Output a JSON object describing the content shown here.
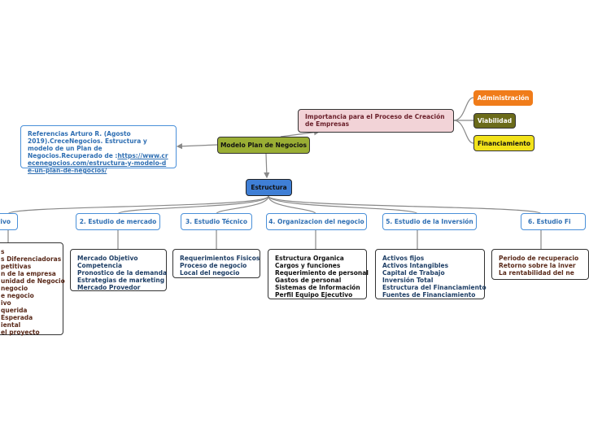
{
  "central": {
    "label": "Modelo Plan de Negocios"
  },
  "importance": {
    "label": "Importancia para el Proceso de Creación de Empresas"
  },
  "importance_children": [
    {
      "label": "Administración",
      "color": "#f07c1a"
    },
    {
      "label": "Viabilidad",
      "color": "#6b6b1a"
    },
    {
      "label": "Financiamiento",
      "color": "#f2e21a"
    }
  ],
  "reference": {
    "text": "Referencias Arturo R. (Agosto 2019).CreceNegocios. Estructura y modelo de un Plan de Negocios.Recuperado de :",
    "link": "https://www.crecenegocios.com/estructura-y-modelo-de-un-plan-de-negocios/"
  },
  "structure": {
    "label": "Estructura"
  },
  "branches": [
    {
      "label": "tivo",
      "items": [
        "s",
        "s Diferenciadoras",
        "petitivas",
        "n de la empresa",
        "unidad de Negocio",
        "negocio",
        "e negocio",
        "ivo",
        "querida",
        "Esperada",
        "iental",
        "el proyecto"
      ]
    },
    {
      "label": "2. Estudio de mercado",
      "items": [
        "Mercado Objetivo",
        "Competencia",
        "Pronostico de la demanda",
        "Estrategias de marketing",
        "Mercado Provedor"
      ]
    },
    {
      "label": "3. Estudio Técnico",
      "items": [
        "Requerimientos Fisicos",
        "Proceso de negocio",
        "Local del negocio"
      ]
    },
    {
      "label": "4. Organizacion del negocio",
      "items": [
        "Estructura Organica",
        "Cargos y funciones",
        "Requerimiento de personal",
        "Gastos de personal",
        "Sistemas de Información",
        "Perfil Equipo Ejecutivo"
      ]
    },
    {
      "label": "5. Estudio de la Inversión",
      "items": [
        "Activos fijos",
        "Activos Intangibles",
        "Capital de Trabajo",
        "Inversión Total",
        "Estructura del Financiamiento",
        "Fuentes de Financiamiento"
      ]
    },
    {
      "label": "6. Estudio Fi",
      "items": [
        "Periodo de recuperacio",
        "Retorno sobre la inver",
        "La rentabilidad del ne"
      ]
    }
  ]
}
